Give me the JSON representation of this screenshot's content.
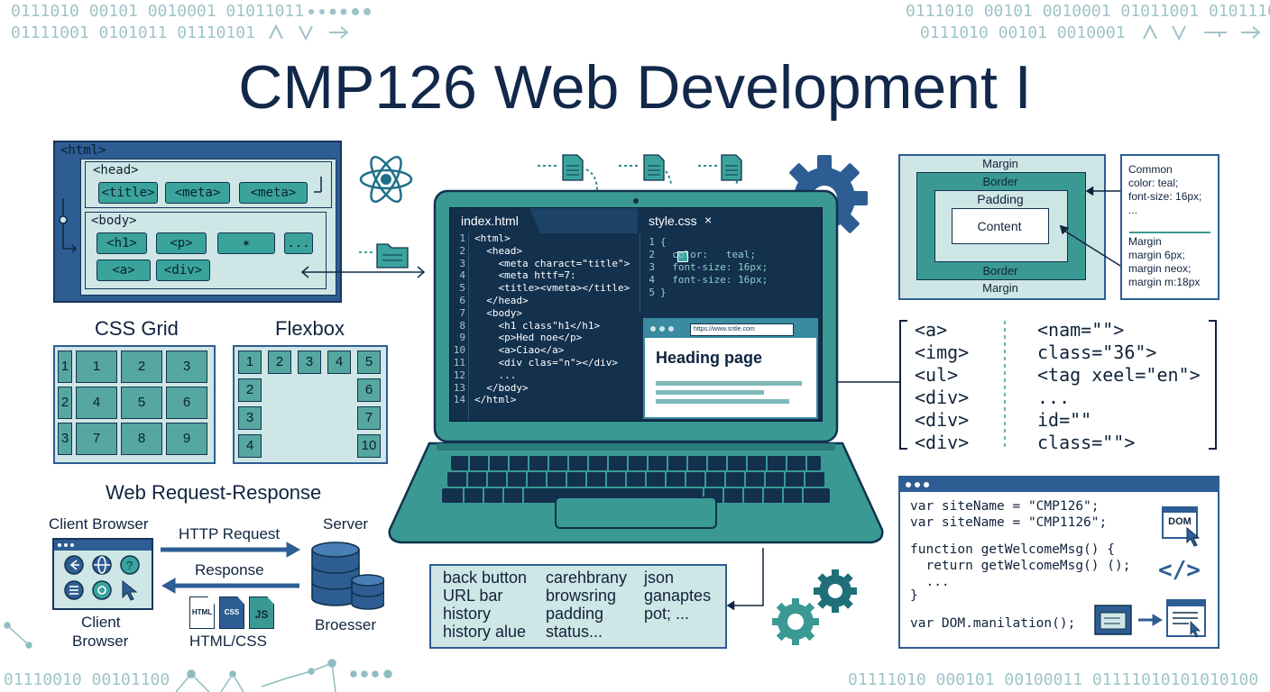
{
  "title": "CMP126 Web Development I",
  "binary": {
    "top_left_1": "0111010 00101 0010001 01011011",
    "top_left_2": "01111001 0101011 01110101",
    "top_right_1": "0111010 00101 0010001 01011001 0101110",
    "top_right_2": "0111010 00101 0010001",
    "bottom_left": "01110010 00101100",
    "bottom_right": "01111010 000101 00100011 01111010101010100"
  },
  "dom_tree": {
    "html": "<html>",
    "head": "<head>",
    "head_tags": [
      "<title>",
      "<meta>",
      "<meta>"
    ],
    "body": "<body>",
    "body_tags_row1": [
      "<h1>",
      "<p>",
      "✶",
      "..."
    ],
    "body_tags_row2": [
      "<a>",
      "<div>"
    ]
  },
  "css_grid": {
    "label": "CSS Grid",
    "rows": [
      [
        "1",
        "1",
        "2",
        "3"
      ],
      [
        "2",
        "4",
        "5",
        "6"
      ],
      [
        "3",
        "7",
        "8",
        "9"
      ]
    ]
  },
  "flexbox": {
    "label": "Flexbox",
    "top_row": [
      "1",
      "2",
      "3",
      "4",
      "5"
    ],
    "left_col": [
      "2",
      "3",
      "4"
    ],
    "right_col": [
      "6",
      "7",
      "10"
    ]
  },
  "request_response": {
    "title": "Web Request-Response",
    "client_label": "Client Browser",
    "server_label": "Server",
    "http_request": "HTTP Request",
    "response": "Response",
    "client_bottom_1": "Client",
    "client_bottom_2": "Browser",
    "server_bottom": "Broesser",
    "html_css": "HTML/CSS",
    "file_icons": [
      "HTML",
      "CSS",
      "JS"
    ]
  },
  "laptop": {
    "tab_html": "index.html",
    "tab_css": "style.css",
    "tab_close": "×",
    "html_lines": [
      "<html>",
      "  <head>",
      "    <meta charact=\"title\">",
      "    <meta httf=7:",
      "    <title><vmeta></title>",
      "  </head>",
      "  <body>",
      "    <h1 class\"h1</h1>",
      "    <p>Hed noe</p>",
      "    <a>Ciao</a>",
      "    <div clas=\"n\"></div>",
      "    ...",
      "  </body>",
      "</html>"
    ],
    "html_line_numbers": [
      "1",
      "2",
      "3",
      "4",
      "5",
      "6",
      "7",
      "8",
      "9",
      "10",
      "11",
      "12",
      "13",
      "14"
    ],
    "css_lines": [
      "{",
      "  color:   teal;",
      "  font-size: 16px;",
      "  font-size: 16px;",
      "}"
    ],
    "css_line_numbers": [
      "1",
      "2",
      "3",
      "4",
      "5"
    ],
    "preview_url": "https://www.sntle.com",
    "preview_heading": "Heading page"
  },
  "box_model": {
    "margin_top": "Margin",
    "border_top": "Border",
    "padding": "Padding",
    "content": "Content",
    "border_bottom": "Border",
    "margin_bottom": "Margin",
    "note_top": [
      "Common",
      "color: teal;",
      "font-size: 16px;",
      "..."
    ],
    "note_bottom": [
      "Margin",
      "margin 6px;",
      "margin neox;",
      "margin m:18px"
    ]
  },
  "tag_list": {
    "left": [
      "<a>",
      "<img>",
      "<ul>",
      "<div>",
      "<div>",
      "<div>"
    ],
    "right": [
      "<nam=\"\">",
      "class=\"36\">",
      "<tag xeel=\"en\">",
      "...",
      "id=\"\"",
      "class=\"\">"
    ]
  },
  "browser_terms": {
    "col1": [
      "back button",
      "URL bar",
      "history",
      "history alue"
    ],
    "col2": [
      "carehbrany",
      "browsring",
      "padding",
      "status..."
    ],
    "col3": [
      "json",
      "ganaptes",
      "pot; ..."
    ]
  },
  "js_panel": {
    "lines": [
      "var siteName = \"CMP126\";",
      "var siteName = \"CMP1126\";",
      "",
      "function getWelcomeMsg() {",
      "  return getWelcomeMsg() ();",
      "  ...",
      "}",
      "",
      "var DOM.manilation();"
    ],
    "dom_label": "DOM",
    "code_icon": "</>"
  },
  "colors": {
    "navy": "#12284a",
    "teal": "#3a9a93",
    "dark_teal": "#1f6f78",
    "light_teal": "#cfe6e6",
    "blue": "#2f5f95",
    "code_bg": "#13304d"
  }
}
